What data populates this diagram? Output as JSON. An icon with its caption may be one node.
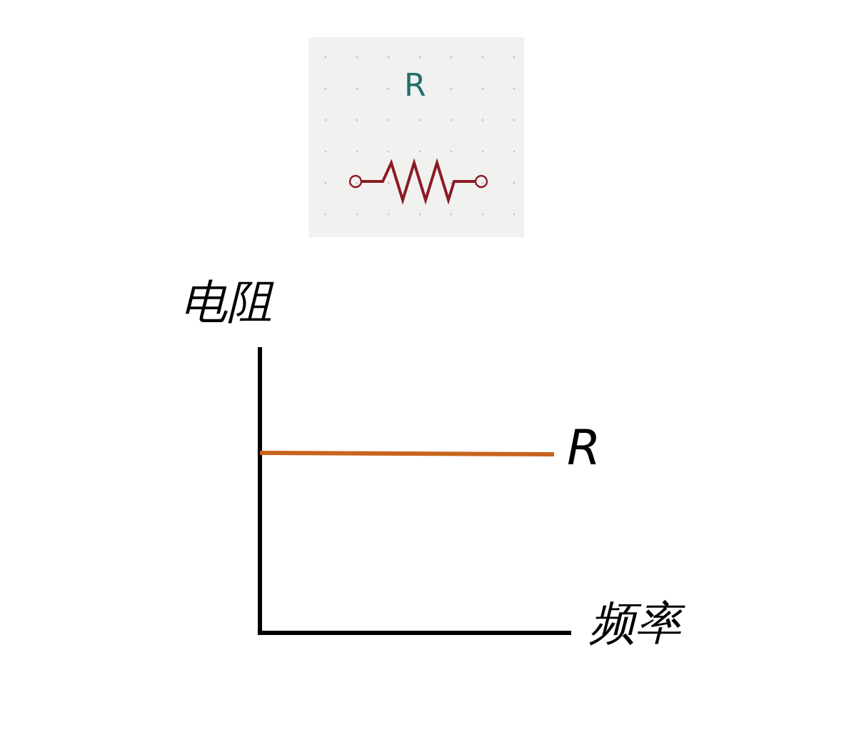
{
  "diagram": {
    "labels": [
      "R",
      "电阻",
      "R",
      "频率"
    ]
  }
}
